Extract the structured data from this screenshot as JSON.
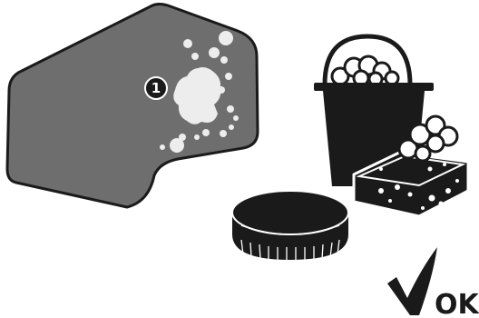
{
  "callout": {
    "number": "1"
  },
  "status": {
    "label": "OK"
  },
  "icons": [
    "dirty-surface-panel",
    "dirt-stain-icon",
    "bucket-icon",
    "foam-icon",
    "sponge-icon",
    "brush-icon",
    "checkmark-icon"
  ],
  "colors": {
    "panel": "#6e6e6e",
    "outline": "#1a1a1a",
    "stain": "#ededed",
    "ink": "#1a1a1a"
  }
}
